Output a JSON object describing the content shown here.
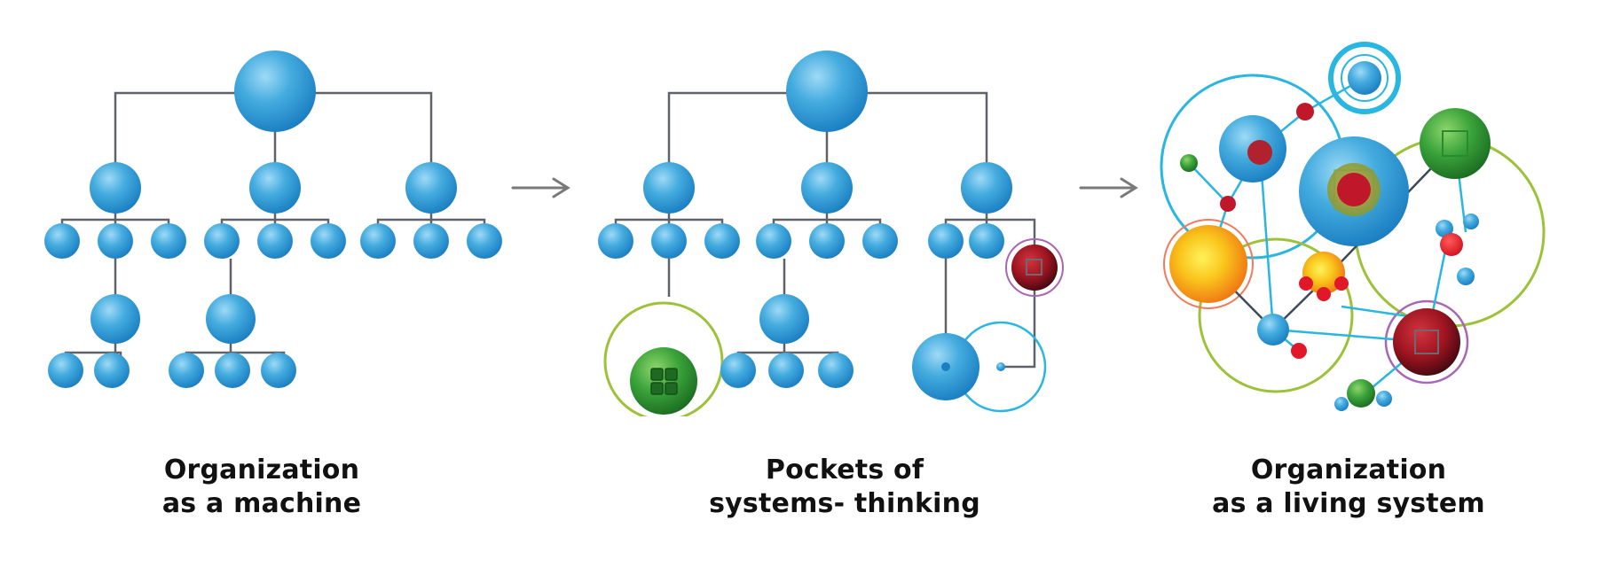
{
  "panels": [
    {
      "caption_line1": "Organization",
      "caption_line2": "as a machine"
    },
    {
      "caption_line1": "Pockets of",
      "caption_line2": "systems- thinking"
    },
    {
      "caption_line1": "Organization",
      "caption_line2": "as a living system"
    }
  ],
  "colors": {
    "node_blue": "#3aa4dd",
    "node_blue_dark": "#1a7fc0",
    "connector": "#5f6268",
    "arrow": "#7a7a7a",
    "ring_cyan": "#29b6e0",
    "ring_green": "#9dc23a",
    "ring_purple": "#a866b6",
    "pocket_green": "#3aa33a",
    "pocket_red": "#a0141e",
    "accent_red": "#e0182a",
    "accent_orange": "#f7a21b",
    "accent_yellow": "#f9d423"
  }
}
